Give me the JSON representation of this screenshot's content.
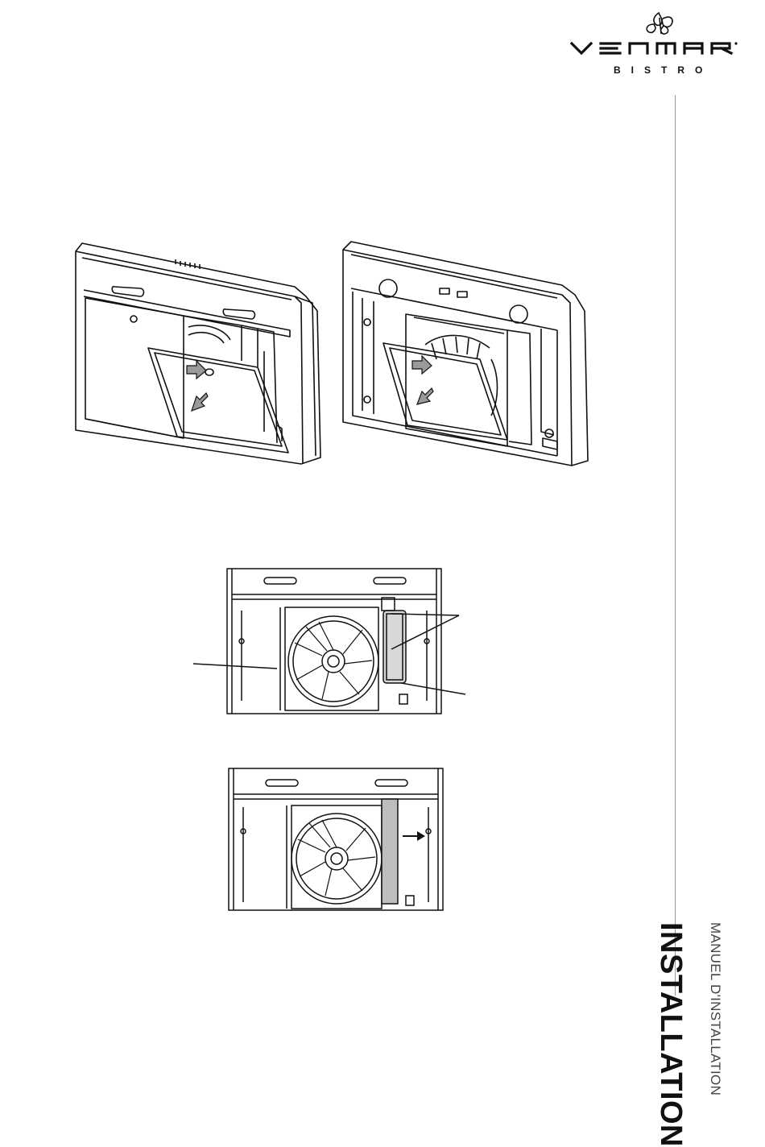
{
  "brand": {
    "logo_name": "Venmar",
    "logo_text": "VENMAR",
    "sub_brand": "BISTRO",
    "icon": "butterfly-icon"
  },
  "sidebar": {
    "title": "INSTALLATION",
    "subtitle": "MANUEL D'INSTALLATION"
  },
  "figures": [
    {
      "name": "hood-filter-removal-left",
      "icon": "arrow-icon"
    },
    {
      "name": "hood-filter-removal-right",
      "icon": "arrow-icon"
    },
    {
      "name": "hood-interior-front-view-callouts"
    },
    {
      "name": "hood-interior-front-view-arrow",
      "icon": "arrow-right-icon"
    }
  ],
  "colors": {
    "line": "#111111",
    "arrow_fill": "#9a9a9a",
    "highlight": "#bdbdbd"
  }
}
